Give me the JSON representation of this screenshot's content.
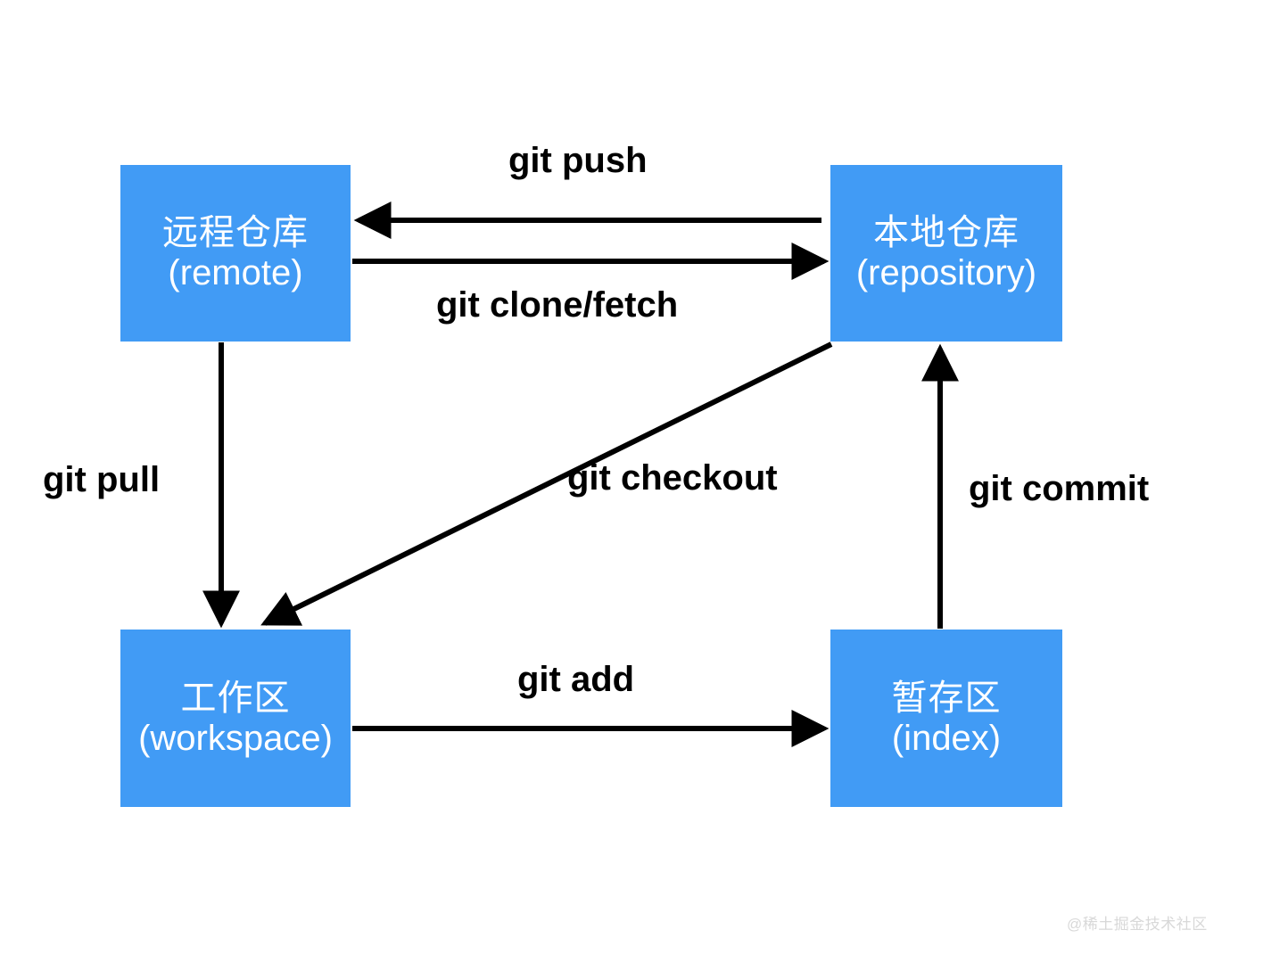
{
  "diagram": {
    "title": "Git workflow diagram",
    "colors": {
      "node_fill": "#419bf5",
      "node_text": "#ffffff",
      "edge": "#000000",
      "background": "#ffffff",
      "watermark": "#d8d8d8"
    },
    "nodes": [
      {
        "id": "remote",
        "cn": "远程仓库",
        "en": "(remote)"
      },
      {
        "id": "repository",
        "cn": "本地仓库",
        "en": "(repository)"
      },
      {
        "id": "workspace",
        "cn": "工作区",
        "en": "(workspace)"
      },
      {
        "id": "index",
        "cn": "暂存区",
        "en": "(index)"
      }
    ],
    "edges": [
      {
        "id": "push",
        "label": "git push",
        "from": "repository",
        "to": "remote"
      },
      {
        "id": "clone",
        "label": "git clone/fetch",
        "from": "remote",
        "to": "repository"
      },
      {
        "id": "pull",
        "label": "git pull",
        "from": "remote",
        "to": "workspace"
      },
      {
        "id": "checkout",
        "label": "git checkout",
        "from": "repository",
        "to": "workspace"
      },
      {
        "id": "commit",
        "label": "git commit",
        "from": "index",
        "to": "repository"
      },
      {
        "id": "add",
        "label": "git add",
        "from": "workspace",
        "to": "index"
      }
    ],
    "watermark": "@稀土掘金技术社区"
  }
}
